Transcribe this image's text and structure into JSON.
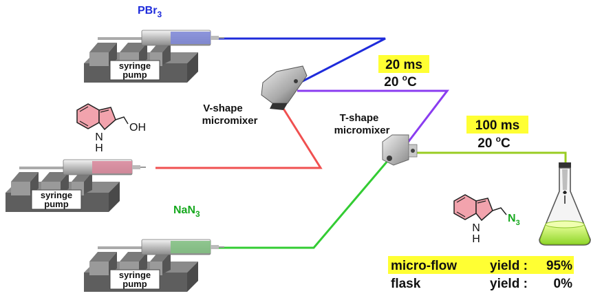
{
  "reagents": {
    "pbr3": "PBr",
    "pbr3_sub": "3",
    "nan3": "NaN",
    "nan3_sub": "3"
  },
  "pumps": {
    "label_line1": "syringe",
    "label_line2": "pump"
  },
  "mixers": {
    "v_line1": "V-shape",
    "v_line2": "micromixer",
    "t_line1": "T-shape",
    "t_line2": "micromixer"
  },
  "conditions": {
    "first_time": "20 ms",
    "first_temp": "20 ",
    "second_time": "100 ms",
    "second_temp": "20 ",
    "temp_degree": "o",
    "temp_unit": "C"
  },
  "molecules": {
    "indole_oh": {
      "n_label": "H",
      "n_label2": "N",
      "group": "OH"
    },
    "indole_n3": {
      "n_label": "H",
      "n_label2": "N",
      "group": "N",
      "group_sub": "3"
    }
  },
  "results": {
    "row1_method": "micro-flow",
    "row1_yield_label": "yield :",
    "row1_yield_value": "95%",
    "row2_method": "flask",
    "row2_yield_label": "yield :",
    "row2_yield_value": "0%"
  },
  "colors": {
    "pbr3_line": "#1e2bdb",
    "indole_line": "#f05050",
    "nan3_line": "#33cc33",
    "merged_line": "#8a3cf0",
    "product_line": "#99cc22",
    "highlight": "#ffff33",
    "indole_ring": "#f2a3ad"
  }
}
